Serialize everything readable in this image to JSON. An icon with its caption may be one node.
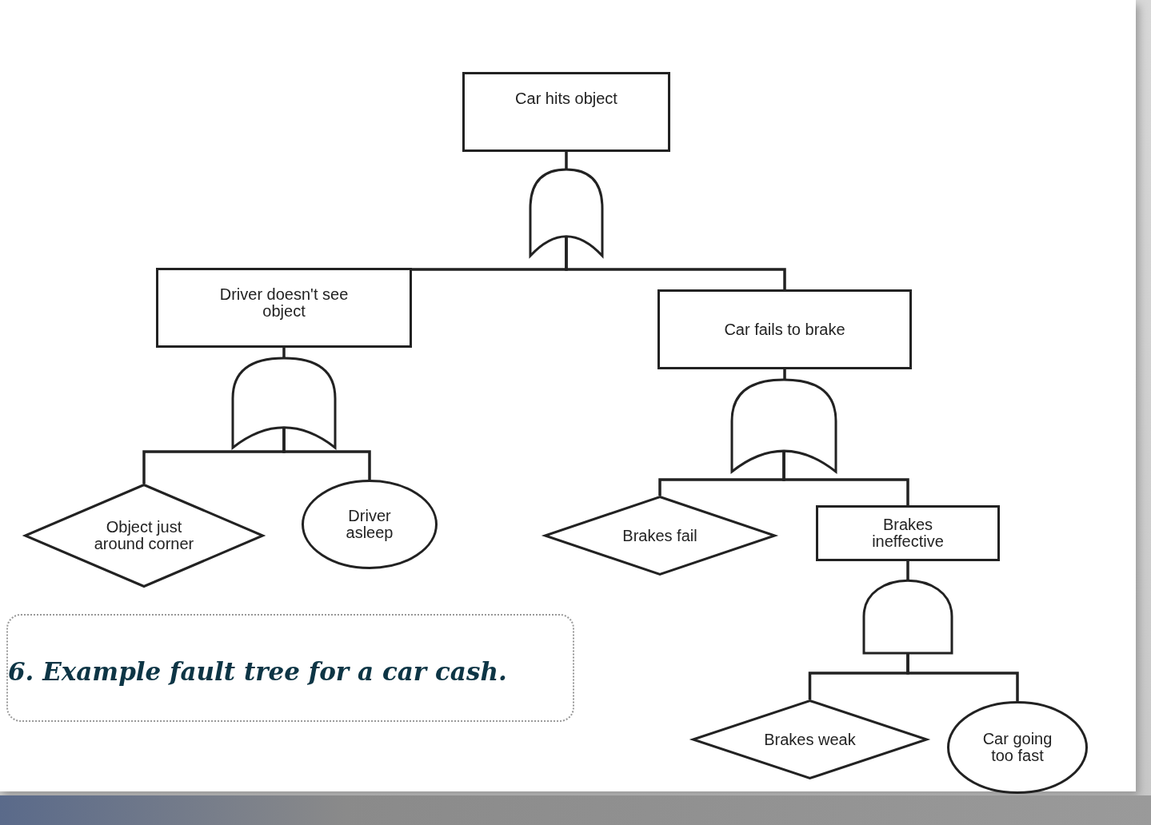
{
  "diagram": {
    "caption": "6. Example fault tree for a car cash.",
    "nodes": [
      {
        "text": [
          "Car hits object"
        ]
      },
      {
        "text": [],
        "shape": "or-gate"
      },
      {
        "text": [
          "Driver doesn't see object"
        ]
      },
      {
        "text": [
          "Car fails to brake"
        ]
      },
      {
        "text": [],
        "shape": "or-gate"
      },
      {
        "text": [
          "Object just around corner"
        ]
      },
      {
        "text": [
          "Driver asleep"
        ]
      },
      {
        "text": [],
        "shape": "or-gate"
      },
      {
        "text": [
          "Brakes fail"
        ]
      },
      {
        "text": [
          "Brakes ineffective"
        ]
      },
      {
        "text": [],
        "shape": "and-gate"
      },
      {
        "text": [
          "Brakes weak"
        ]
      },
      {
        "text": [
          "Car going too fast"
        ]
      }
    ],
    "edges": [
      {
        "from": 0,
        "to": 1,
        "arrow": "none"
      },
      {
        "from": 1,
        "to": 2,
        "arrow": "none"
      },
      {
        "from": 1,
        "to": 3,
        "arrow": "none"
      },
      {
        "from": 2,
        "to": 4,
        "arrow": "none"
      },
      {
        "from": 4,
        "to": 5,
        "arrow": "none"
      },
      {
        "from": 4,
        "to": 6,
        "arrow": "none"
      },
      {
        "from": 3,
        "to": 7,
        "arrow": "none"
      },
      {
        "from": 7,
        "to": 8,
        "arrow": "none"
      },
      {
        "from": 7,
        "to": 9,
        "arrow": "none"
      },
      {
        "from": 9,
        "to": 10,
        "arrow": "none"
      },
      {
        "from": 10,
        "to": 11,
        "arrow": "none"
      },
      {
        "from": 10,
        "to": 12,
        "arrow": "none"
      }
    ]
  }
}
